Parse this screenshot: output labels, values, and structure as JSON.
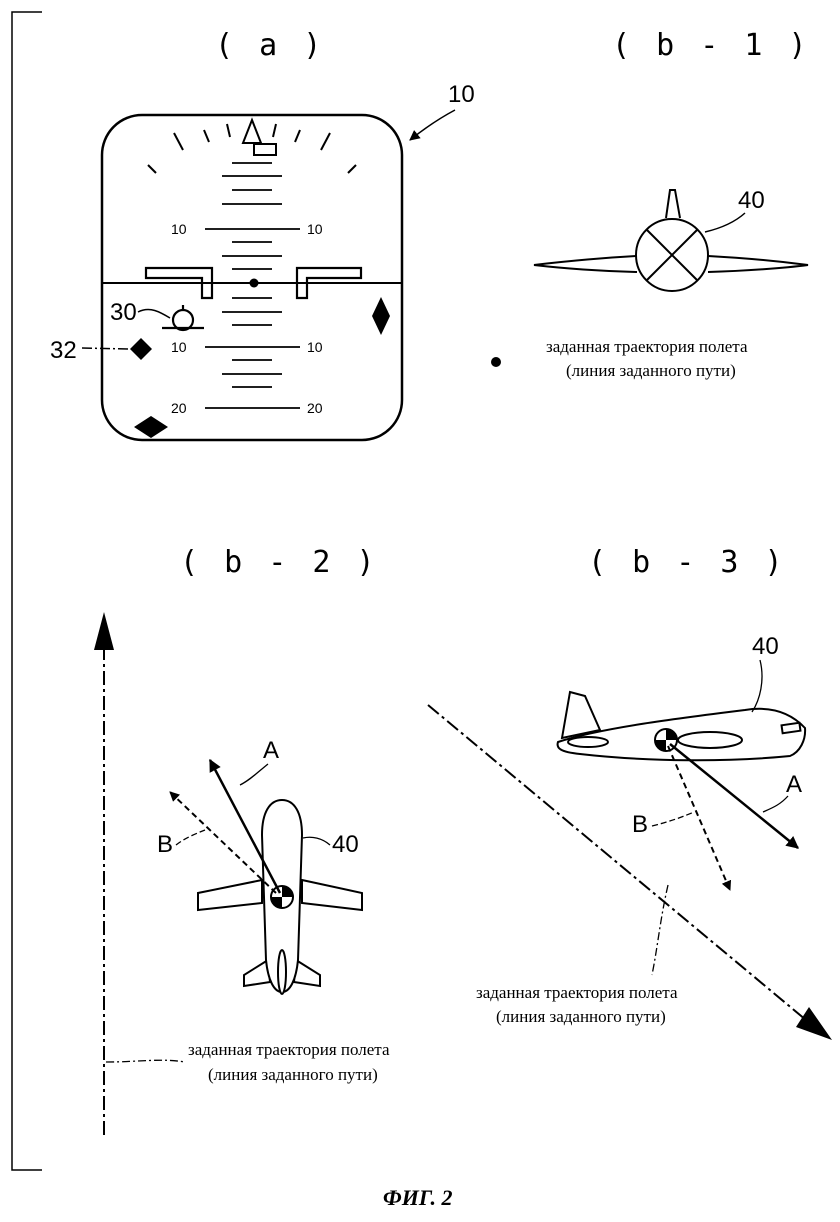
{
  "labels": {
    "panel_a": "( a )",
    "panel_b1": "( b - 1 )",
    "panel_b2": "( b - 2 )",
    "panel_b3": "( b - 3 )",
    "figure_title": "ФИГ. 2"
  },
  "refs": {
    "display": "10",
    "aircraft_symbol": "30",
    "diamond": "32",
    "aircraft": "40",
    "vector_a": "A",
    "vector_b": "B"
  },
  "ladder": {
    "upper": "10",
    "lower_10": "10",
    "lower_20": "20"
  },
  "captions": {
    "line1": "заданная траектория полета",
    "line2": "(линия заданного пути)"
  }
}
